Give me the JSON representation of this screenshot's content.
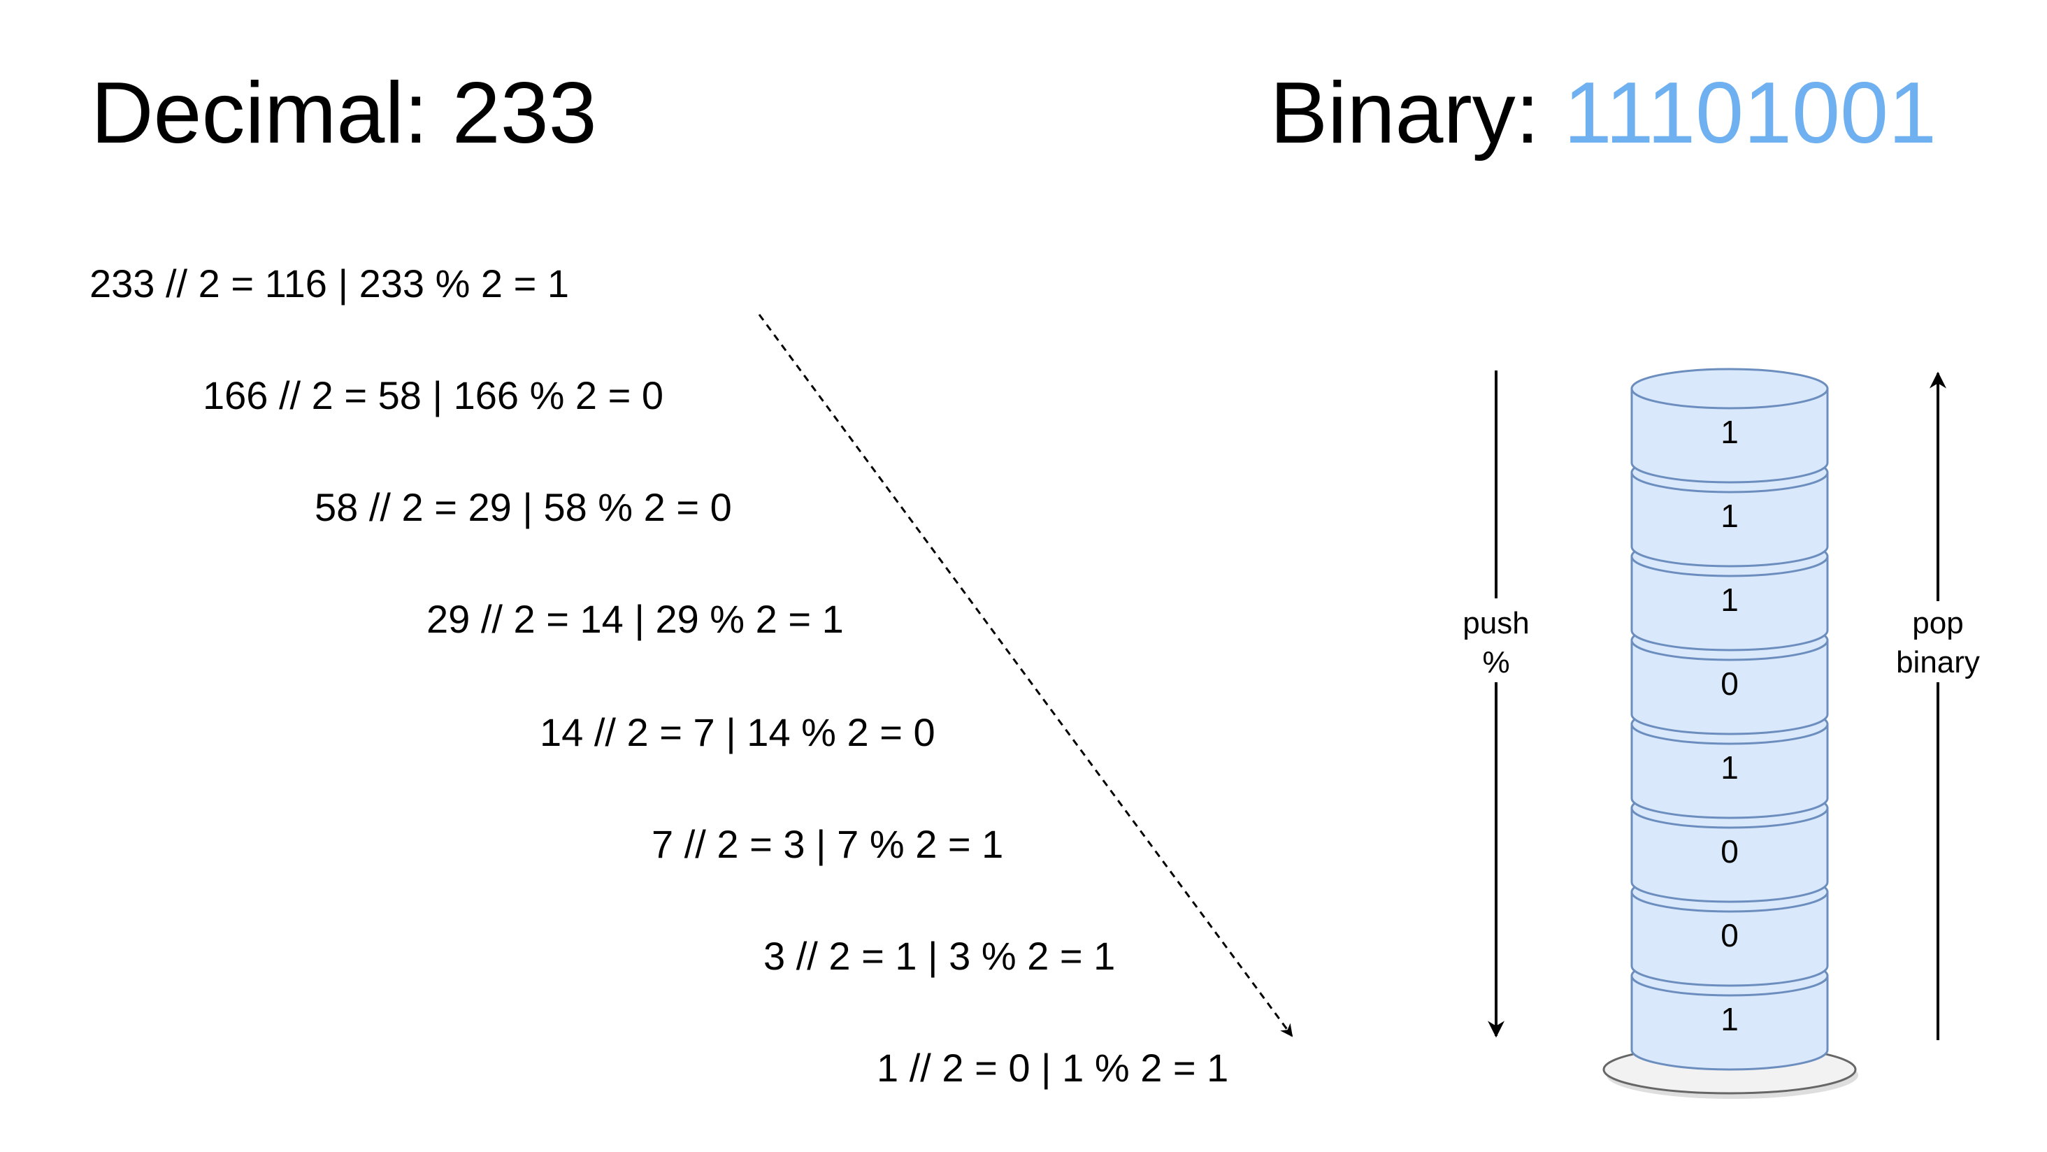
{
  "header": {
    "decimal_label": "Decimal: ",
    "decimal_value": "233",
    "binary_label": "Binary: ",
    "binary_value": "11101001"
  },
  "steps": [
    "233 // 2 = 116 | 233 % 2 = 1",
    "166 // 2 = 58 | 166 % 2 = 0",
    "58 // 2 = 29 | 58 % 2 = 0",
    "29 // 2 = 14 | 29 % 2 = 1",
    "14 // 2 = 7 | 14 % 2 = 0",
    "7 // 2 = 3 | 7 % 2 = 1",
    "3 // 2 = 1 | 3 % 2 = 1",
    "1 // 2 = 0 | 1 % 2 = 1"
  ],
  "push_arrow": {
    "line1": "push",
    "line2": "%"
  },
  "pop_arrow": {
    "line1": "pop",
    "line2": "binary"
  },
  "stack": {
    "items_top_to_bottom": [
      "1",
      "1",
      "1",
      "0",
      "1",
      "0",
      "0",
      "1"
    ]
  },
  "colors": {
    "binary_value": "#6fb0f0",
    "disk_fill": "#dae8fc",
    "disk_stroke": "#6c8ebf",
    "base_fill": "#f2f2f2",
    "base_stroke": "#666666"
  }
}
